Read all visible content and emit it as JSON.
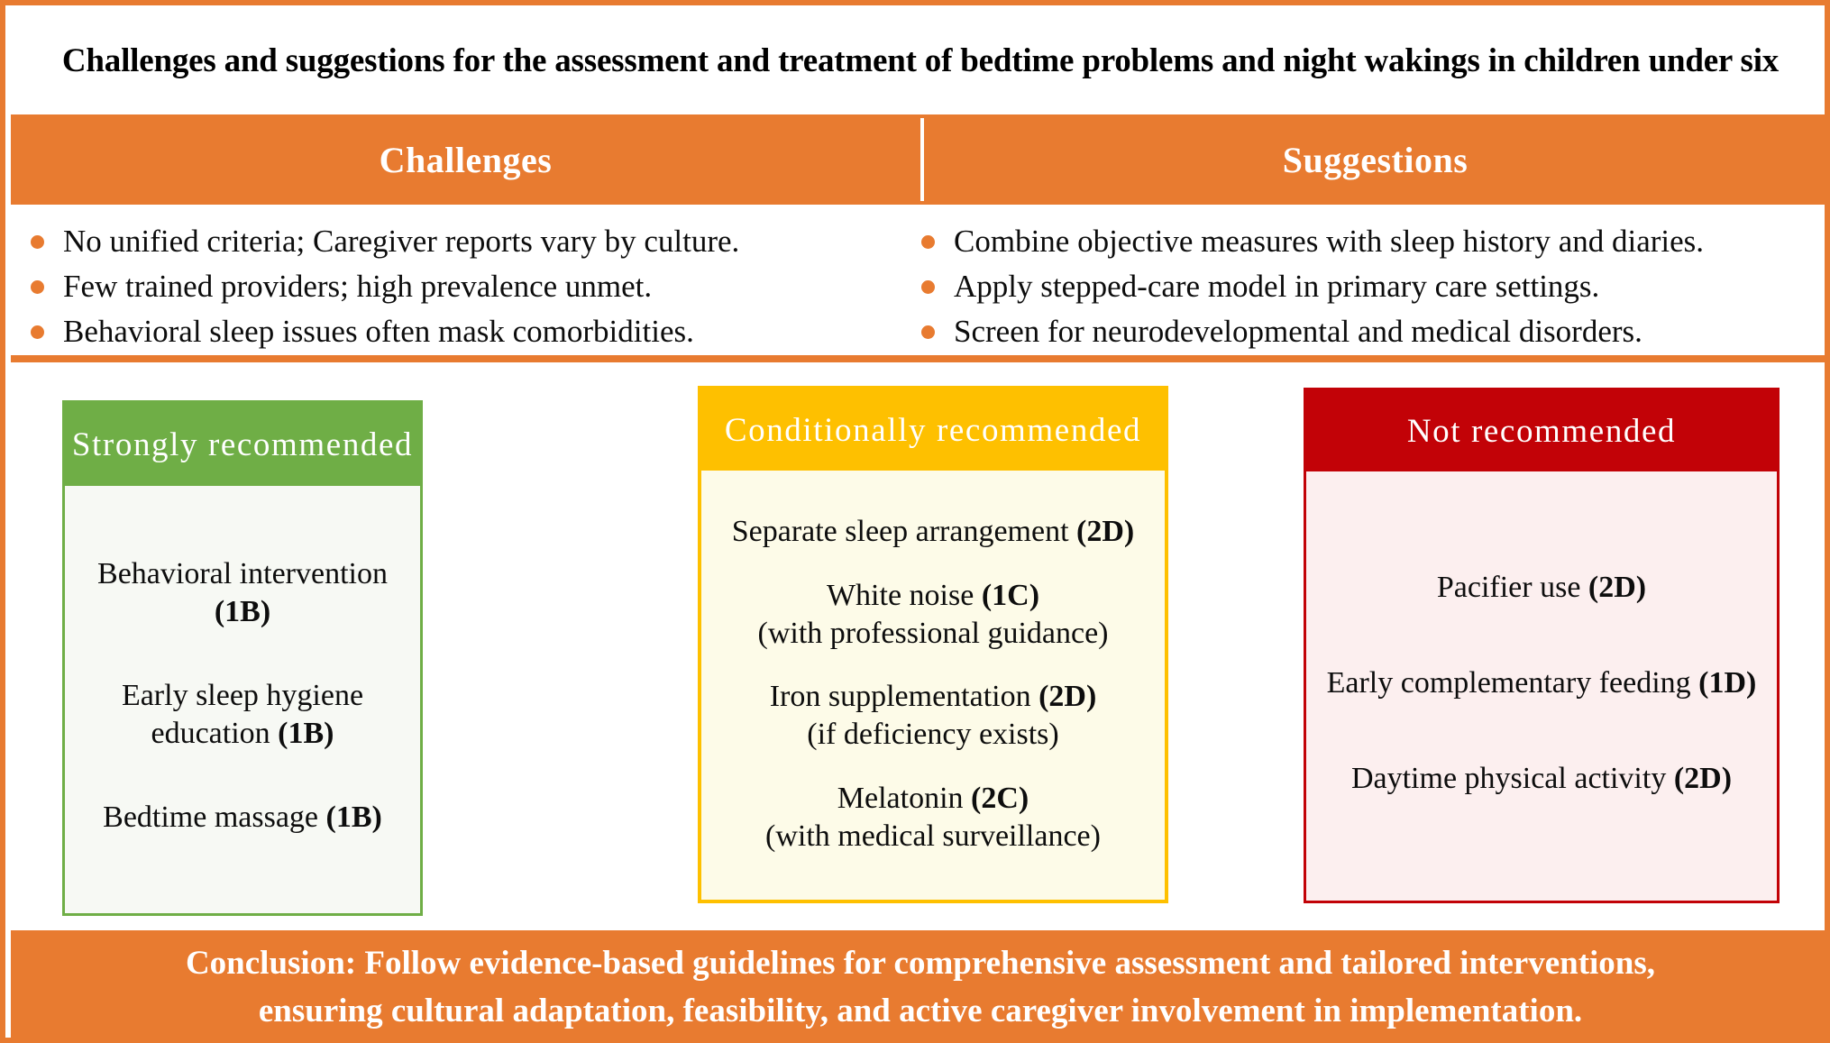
{
  "title": "Challenges and suggestions for the assessment and treatment of bedtime problems and night wakings in children under six",
  "colors": {
    "accent_orange": "#E87B30",
    "strong_green": "#6FAE46",
    "conditional_yellow": "#FEC000",
    "not_red": "#C20207",
    "green_body": "#F7F9F4",
    "yellow_body": "#FDFBE8",
    "red_body": "#FCEFEF",
    "text_dark": "#0D0D0D",
    "text_light": "#FFFFFF"
  },
  "columns": {
    "challenges": {
      "heading": "Challenges",
      "items": [
        "No unified criteria; Caregiver reports vary by culture.",
        "Few trained providers; high prevalence unmet.",
        "Behavioral sleep issues often mask comorbidities."
      ]
    },
    "suggestions": {
      "heading": "Suggestions",
      "items": [
        "Combine objective measures with sleep history and diaries.",
        "Apply stepped-care model in primary care settings.",
        "Screen for neurodevelopmental and medical disorders."
      ]
    }
  },
  "cards": [
    {
      "id": "strongly-recommended",
      "header": "Strongly recommended",
      "header_color": "#6FAE46",
      "body_color": "#F7F9F4",
      "entries": [
        {
          "label": "Behavioral intervention",
          "grade": "(1B)",
          "note": ""
        },
        {
          "label": "Early sleep hygiene education",
          "grade": "(1B)",
          "note": ""
        },
        {
          "label": "Bedtime massage",
          "grade": "(1B)",
          "note": ""
        }
      ]
    },
    {
      "id": "conditionally-recommended",
      "header": "Conditionally recommended",
      "header_color": "#FEC000",
      "body_color": "#FDFBE8",
      "entries": [
        {
          "label": "Separate sleep arrangement",
          "grade": "(2D)",
          "note": ""
        },
        {
          "label": "White noise",
          "grade": "(1C)",
          "note": "(with professional guidance)"
        },
        {
          "label": "Iron supplementation",
          "grade": "(2D)",
          "note": "(if deficiency exists)"
        },
        {
          "label": "Melatonin",
          "grade": "(2C)",
          "note": "(with medical surveillance)"
        }
      ]
    },
    {
      "id": "not-recommended",
      "header": "Not recommended",
      "header_color": "#C20207",
      "body_color": "#FCEFEF",
      "entries": [
        {
          "label": "Pacifier use",
          "grade": "(2D)",
          "note": ""
        },
        {
          "label": "Early complementary feeding",
          "grade": "(1D)",
          "note": ""
        },
        {
          "label": "Daytime physical activity",
          "grade": "(2D)",
          "note": ""
        }
      ]
    }
  ],
  "conclusion": {
    "line1": "Conclusion: Follow evidence-based guidelines for comprehensive assessment and tailored interventions,",
    "line2": "ensuring cultural adaptation, feasibility, and active caregiver involvement in implementation."
  }
}
